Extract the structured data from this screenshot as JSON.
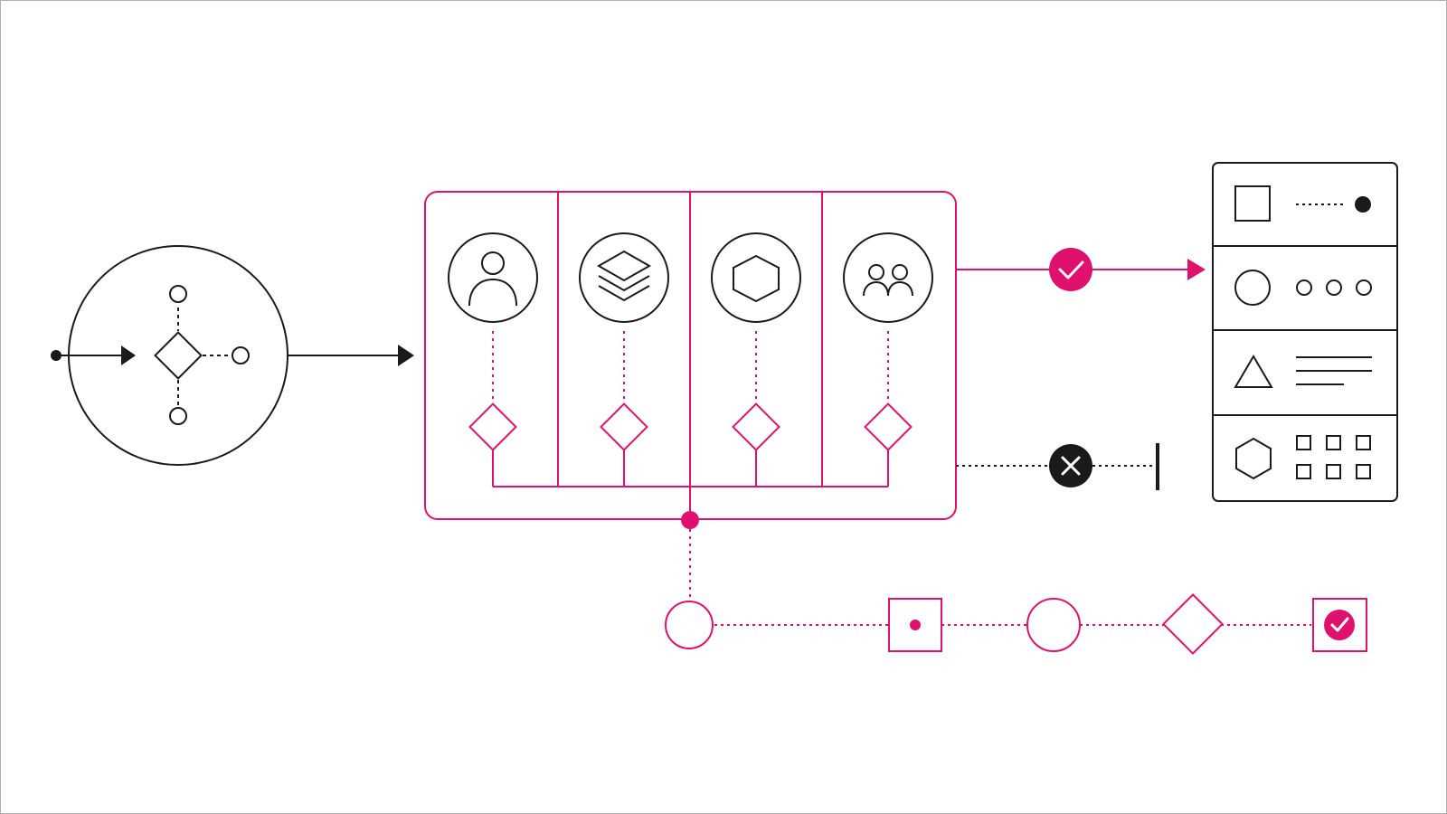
{
  "colors": {
    "accent": "#e0116e",
    "ink": "#1a1a1a",
    "background": "#ffffff",
    "frame": "#b0b0b0"
  },
  "input_node": {
    "icon": "decision-node-icon"
  },
  "processing_panel": {
    "columns": [
      {
        "icon": "user-icon"
      },
      {
        "icon": "layers-icon"
      },
      {
        "icon": "hexagon-icon"
      },
      {
        "icon": "users-group-icon"
      }
    ],
    "column_decision_icon": "diamond-icon"
  },
  "outcomes": {
    "success": {
      "icon": "check-icon"
    },
    "rejected": {
      "icon": "x-icon"
    }
  },
  "output_list": {
    "rows": [
      {
        "icon": "square-icon",
        "detail": "dotted-line-dot"
      },
      {
        "icon": "circle-icon",
        "detail": "three-dots"
      },
      {
        "icon": "triangle-icon",
        "detail": "text-lines"
      },
      {
        "icon": "hexagon-icon",
        "detail": "grid-six"
      }
    ]
  },
  "timeline": {
    "steps": [
      {
        "icon": "circle-icon"
      },
      {
        "icon": "square-dot-icon"
      },
      {
        "icon": "circle-icon"
      },
      {
        "icon": "diamond-icon"
      },
      {
        "icon": "checkbox-icon"
      }
    ]
  }
}
